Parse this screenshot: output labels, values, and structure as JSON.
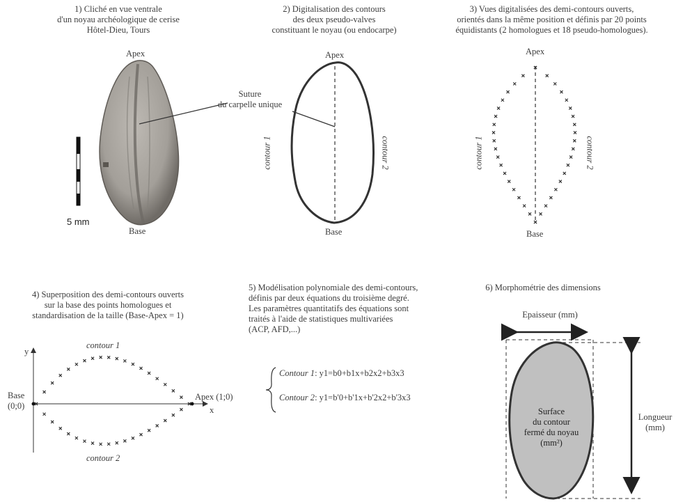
{
  "panel1": {
    "caption": "1)  Cliché en vue ventrale\nd'un noyau archéologique de cerise\nHôtel-Dieu, Tours",
    "apex": "Apex",
    "base": "Base",
    "scale_label": "5 mm",
    "suture_label": "Suture\ndu carpelle unique"
  },
  "panel2": {
    "caption": "2) Digitalisation des contours\ndes deux pseudo-valves\nconstituant le noyau (ou endocarpe)",
    "apex": "Apex",
    "base": "Base",
    "contour1": "contour 1",
    "contour2": "contour 2"
  },
  "panel3": {
    "caption": "3) Vues digitalisées des demi-contours ouverts,\norientés dans la même position et définis par 20 points\néquidistants (2 homologues et 18 pseudo-homologues).",
    "apex": "Apex",
    "base": "Base",
    "contour1": "contour 1",
    "contour2": "contour 2"
  },
  "panel4": {
    "caption": "4) Superposition des demi-contours ouverts\nsur la base des points homologues et\nstandardisation de la taille (Base-Apex = 1)",
    "y_axis": "y",
    "x_axis": "x",
    "base": "Base",
    "base_coord": "(0;0)",
    "apex": "Apex (1;0)",
    "contour1": "contour 1",
    "contour2": "contour 2"
  },
  "panel5": {
    "caption": "5) Modélisation polynomiale des demi-contours,\ndéfinis par deux équations du troisième degré.\nLes paramètres quantitatifs des équations sont\ntraités à l'aide de statistiques multivariées\n(ACP, AFD,...)",
    "eq1_label": "Contour 1",
    "eq1": ": y1=b0+b1x+b2x2+b3x3",
    "eq2_label": "Contour 2",
    "eq2": ":  y1=b'0+b'1x+b'2x2+b'3x3"
  },
  "panel6": {
    "caption": "6) Morphométrie des dimensions",
    "width_label": "Epaisseur (mm)",
    "length_label": "Longueur\n(mm)",
    "surface_label": "Surface\ndu contour\nfermé du noyau\n(mm²)"
  },
  "colors": {
    "fill_shape": "#c0c0c0",
    "stone_photo": "#aaa6a0",
    "outline": "#333333"
  }
}
